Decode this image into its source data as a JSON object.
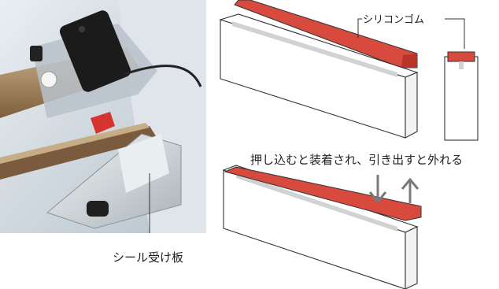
{
  "labels": {
    "silicone_rubber": "シリコンゴム",
    "push_pull": "押し込むと装着され、引き出すと外れる",
    "seal_receiver": "シール受け板"
  },
  "colors": {
    "rubber": "#d84a3d",
    "outline": "#333333",
    "photo_background": "#cdd6de"
  }
}
